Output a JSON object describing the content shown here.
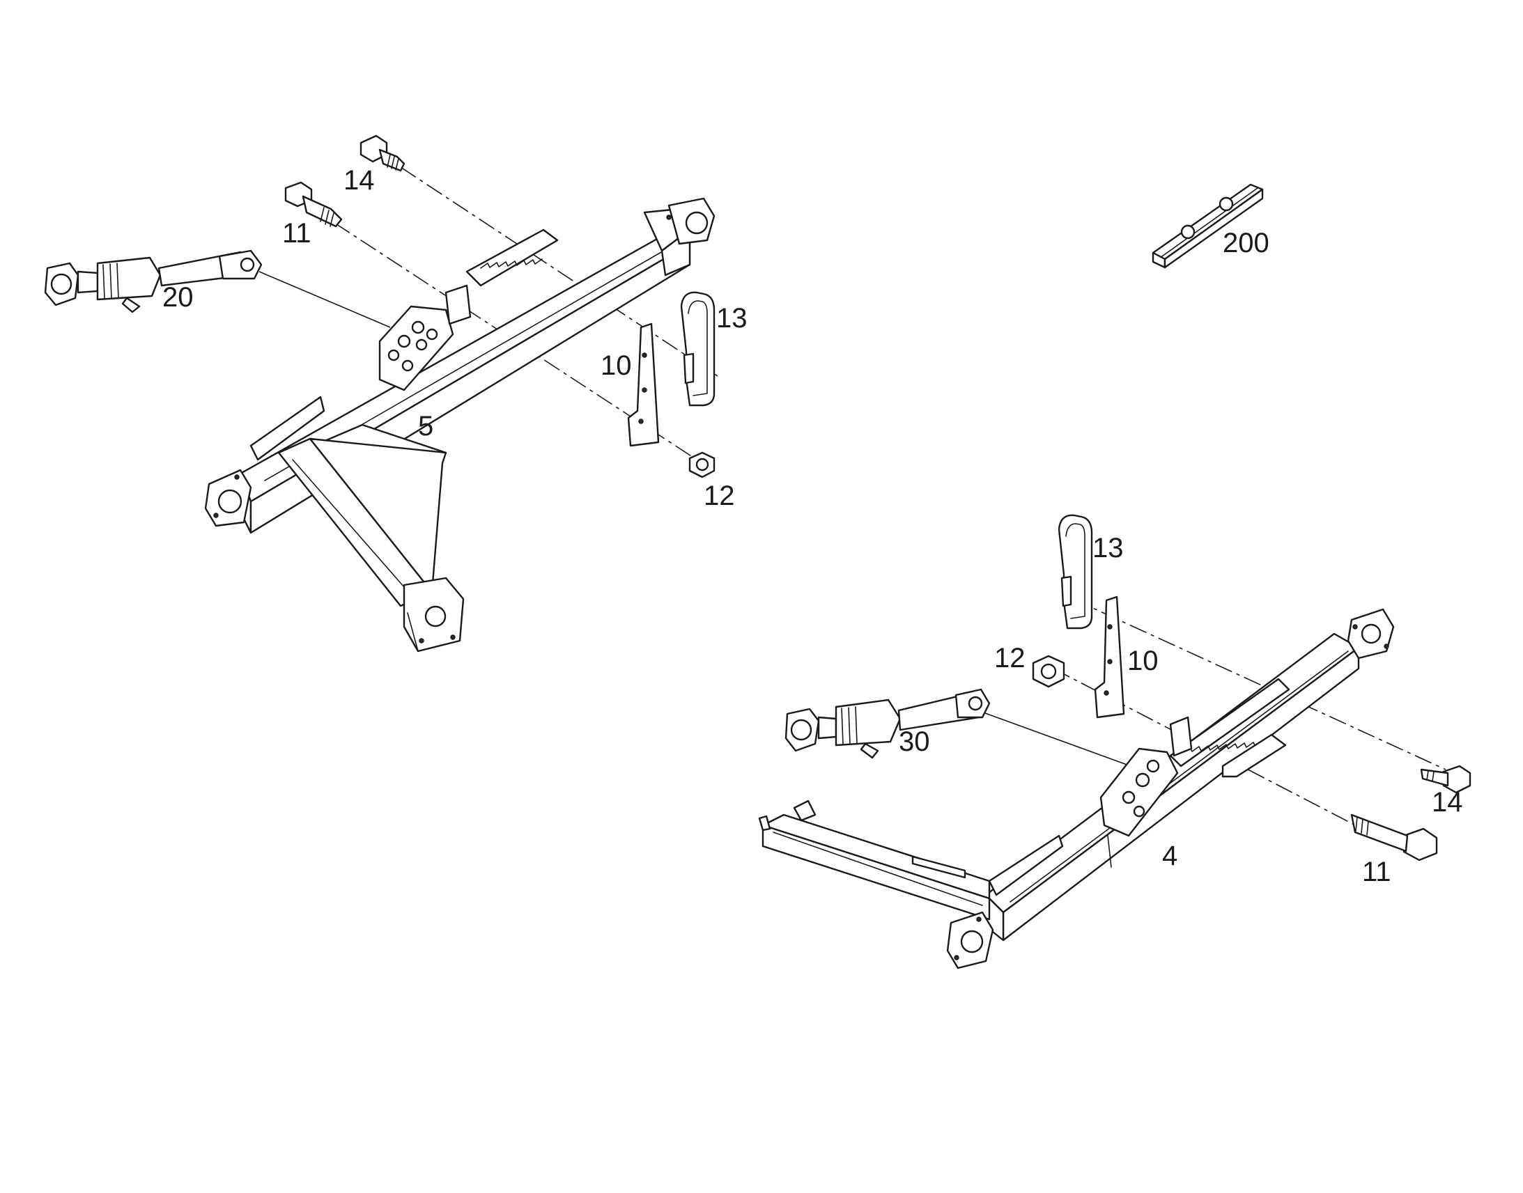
{
  "callouts": {
    "left_bolt_14": "14",
    "left_bolt_11": "11",
    "left_cylinder_20": "20",
    "left_frame_5": "5",
    "left_plate_10": "10",
    "left_bracket_13": "13",
    "left_nut_12": "12",
    "rail_200": "200",
    "right_bracket_13": "13",
    "right_nut_12": "12",
    "right_plate_10": "10",
    "right_cylinder_30": "30",
    "right_bolt_14": "14",
    "right_frame_4": "4",
    "right_bolt_11": "11"
  }
}
